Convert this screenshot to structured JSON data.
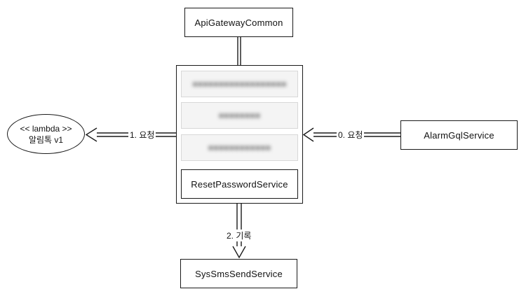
{
  "nodes": {
    "api_gateway": "ApiGatewayCommon",
    "alarm_gql": "AlarmGqlService",
    "sys_sms": "SysSmsSendService",
    "reset_password": "ResetPasswordService",
    "lambda_stereotype": "<< lambda >>",
    "lambda_name": "알림톡 v1"
  },
  "edges": {
    "left_label": "1. 요청",
    "right_label": "0. 요청",
    "down_label": "2. 기록"
  }
}
